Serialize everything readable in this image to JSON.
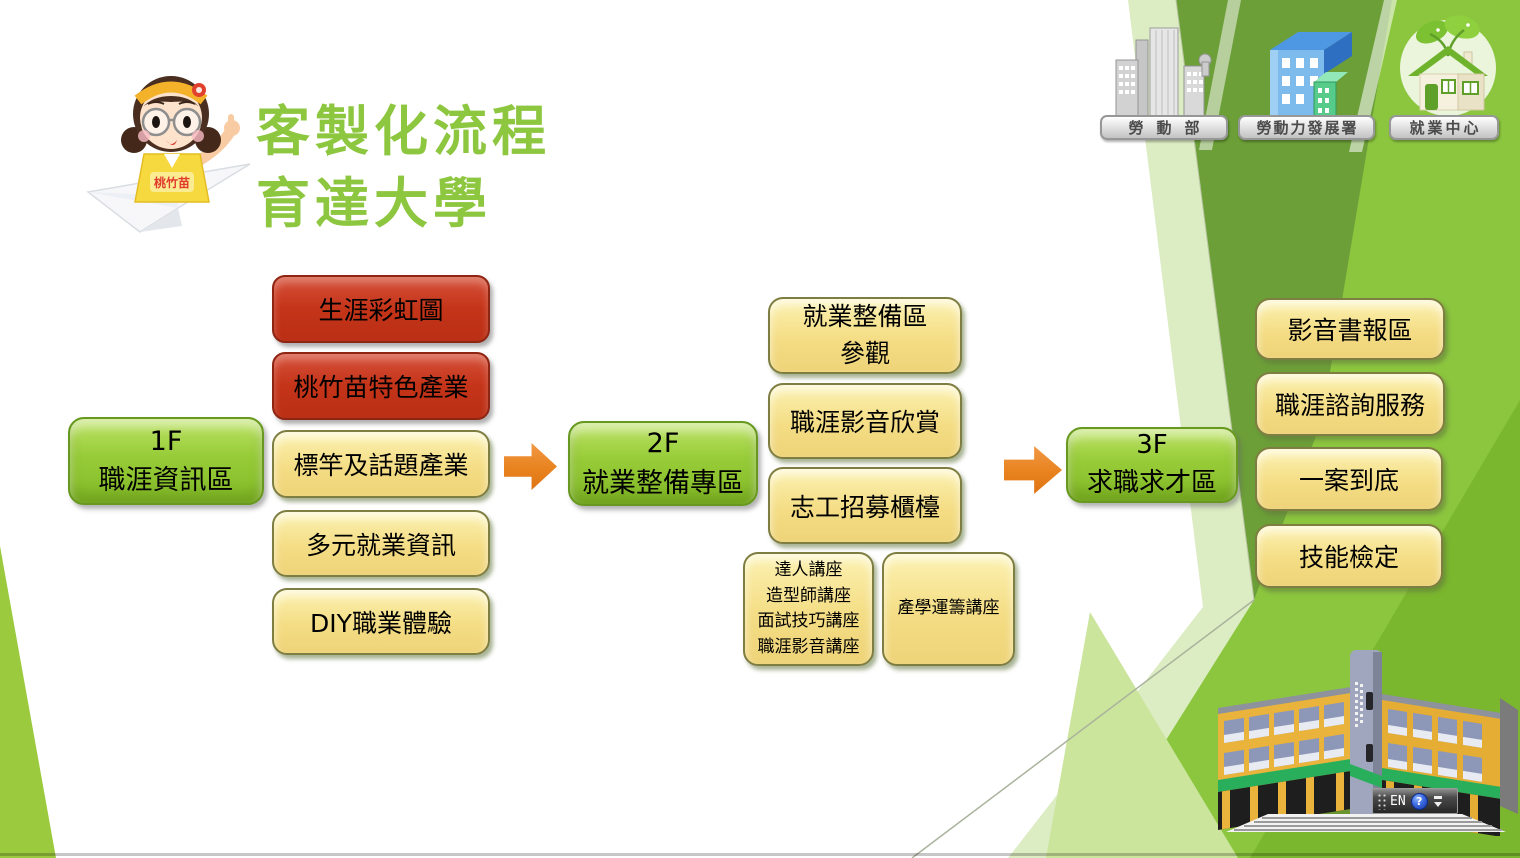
{
  "slide": {
    "title_line1": "客製化流程",
    "title_line2": "育達大學"
  },
  "badges": {
    "ministry_label": "勞動部",
    "wda_label": "勞動力發展署",
    "center_label": "就業中心"
  },
  "mascot": {
    "shirt_text": "桃竹苗"
  },
  "stages": {
    "s1_floor": "1F",
    "s1_name": "職涯資訊區",
    "s2_floor": "2F",
    "s2_name": "就業整備專區",
    "s3_floor": "3F",
    "s3_name": "求職求才區"
  },
  "left_column": {
    "red1": "生涯彩虹圖",
    "red2": "桃竹苗特色產業",
    "y1": "標竿及話題產業",
    "y2": "多元就業資訊",
    "y3": "DIY職業體驗"
  },
  "middle_column": {
    "m1_line1": "就業整備區",
    "m1_line2": "參觀",
    "m2": "職涯影音欣賞",
    "m3": "志工招募櫃檯",
    "lecture_line1": "達人講座",
    "lecture_line2": "造型師講座",
    "lecture_line3": "面試技巧講座",
    "lecture_line4": "職涯影音講座",
    "lecture2": "產學運籌講座"
  },
  "right_column": {
    "r1": "影音書報區",
    "r2": "職涯諮詢服務",
    "r3": "一案到底",
    "r4": "技能檢定"
  },
  "langbar": {
    "lang": "EN",
    "help": "?"
  },
  "colors": {
    "title_green": "#8dc63f",
    "stage_box_green": "#8cc63f",
    "item_box_yellow": "#f4dd85",
    "highlight_box_red": "#c43419",
    "arrow_orange": "#e8821e",
    "background_facet_green": "#8cc63f",
    "facet_dark_green": "#699b37"
  }
}
